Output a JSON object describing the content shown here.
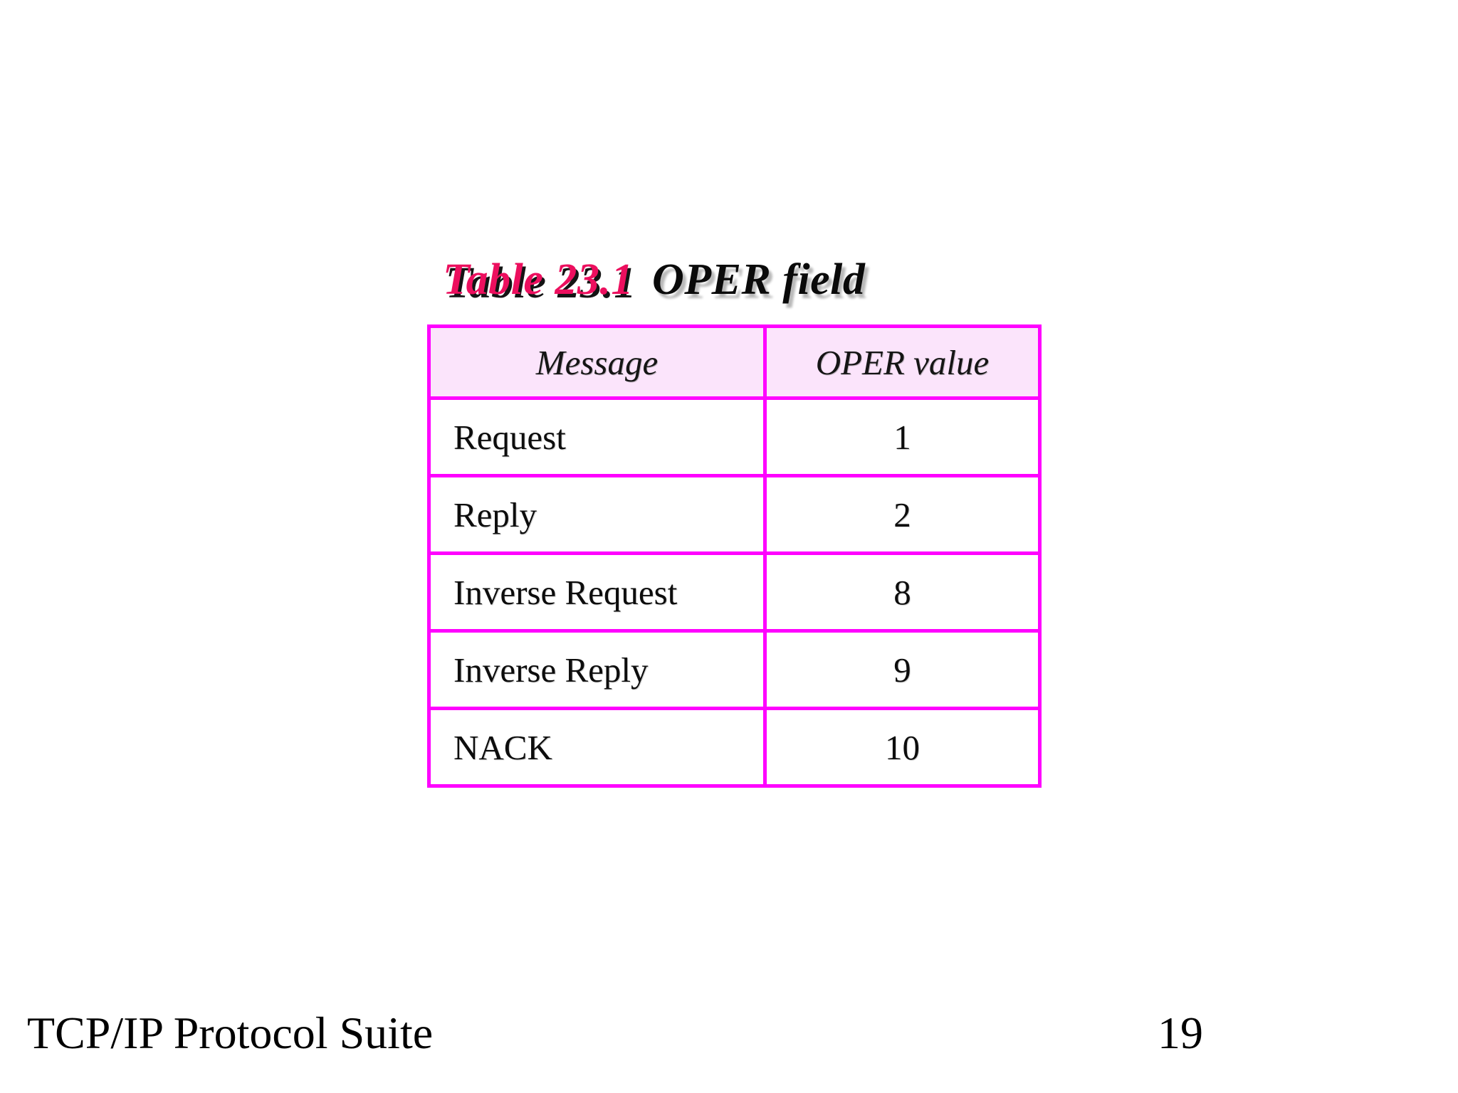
{
  "slide": {
    "background_color": "#ffffff",
    "title": {
      "number": "Table 23.1",
      "number_color": "#ec0f5e",
      "name": "OPER field",
      "name_color": "#0a0a0a"
    }
  },
  "table": {
    "border_color": "#ff00ff",
    "header_background": "#fbe4fb",
    "body_background": "#ffffff",
    "columns": [
      "Message",
      "OPER value"
    ],
    "rows": [
      {
        "message": "Request",
        "oper_value": "1"
      },
      {
        "message": "Reply",
        "oper_value": "2"
      },
      {
        "message": "Inverse Request",
        "oper_value": "8"
      },
      {
        "message": "Inverse Reply",
        "oper_value": "9"
      },
      {
        "message": "NACK",
        "oper_value": "10"
      }
    ]
  },
  "footer": {
    "book_title": "TCP/IP Protocol Suite",
    "page_number": "19"
  }
}
